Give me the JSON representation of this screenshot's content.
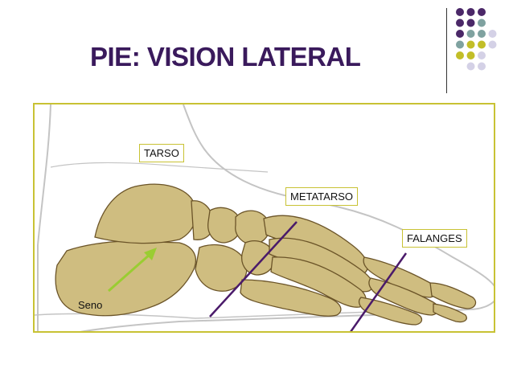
{
  "slide": {
    "title": "PIE: VISION LATERAL"
  },
  "labels": {
    "tarso": "TARSO",
    "metatarso": "METATARSO",
    "falanges": "FALANGES",
    "seno": "Seno"
  },
  "colors": {
    "title": "#3a1a5c",
    "frame_border": "#c8c234",
    "label_border": "#c8c234",
    "bone_fill": "#cfbd80",
    "bone_shade": "#9c8446",
    "bone_stroke": "#6b5428",
    "skin_outline": "#c4c4c4",
    "divider_line": "#4a1a6a",
    "arrow": "#9acd32",
    "dot_purple": "#4b2868",
    "dot_teal": "#7fa2a0",
    "dot_olive": "#c2be28",
    "dot_lavender": "#d4d1e6"
  },
  "dot_grid": [
    [
      "dot_purple",
      "dot_purple",
      "dot_purple",
      ""
    ],
    [
      "dot_purple",
      "dot_purple",
      "dot_teal",
      ""
    ],
    [
      "dot_purple",
      "dot_teal",
      "dot_teal",
      "dot_lavender"
    ],
    [
      "dot_teal",
      "dot_olive",
      "dot_olive",
      "dot_lavender"
    ],
    [
      "dot_olive",
      "dot_olive",
      "dot_lavender",
      ""
    ],
    [
      "",
      "dot_lavender",
      "dot_lavender",
      ""
    ]
  ]
}
